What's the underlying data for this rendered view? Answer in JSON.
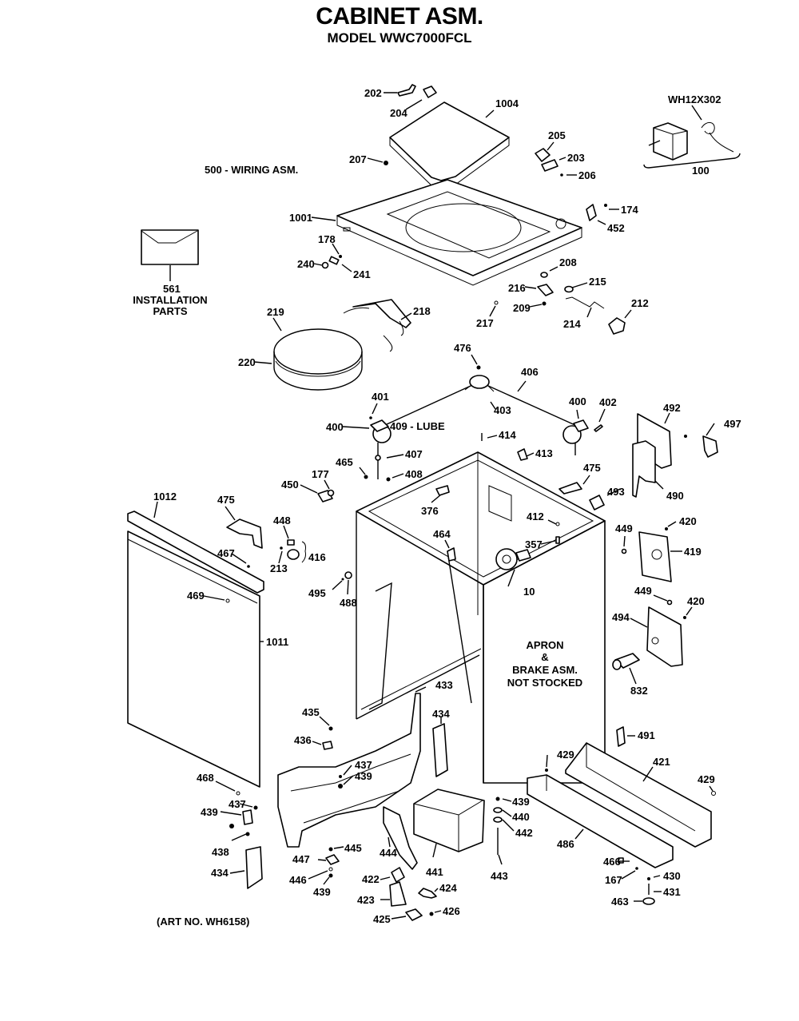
{
  "header": {
    "title": "CABINET ASM.",
    "model": "MODEL WWC7000FCL"
  },
  "notes": {
    "wiring": "500 - WIRING ASM.",
    "installation_number": "561",
    "installation_line1": "INSTALLATION",
    "installation_line2": "PARTS",
    "lube": "409 - LUBE",
    "apron_line1": "APRON",
    "apron_line2": "&",
    "apron_line3": "BRAKE ASM.",
    "apron_line4": "NOT STOCKED",
    "art_no": "(ART NO. WH6158)",
    "timer_kit": "WH12X302",
    "timer_group": "100"
  },
  "callouts": [
    {
      "id": "c202",
      "text": "202"
    },
    {
      "id": "c204",
      "text": "204"
    },
    {
      "id": "c1004",
      "text": "1004"
    },
    {
      "id": "c205",
      "text": "205"
    },
    {
      "id": "c203",
      "text": "203"
    },
    {
      "id": "c206",
      "text": "206"
    },
    {
      "id": "c207",
      "text": "207"
    },
    {
      "id": "c1001",
      "text": "1001"
    },
    {
      "id": "c174",
      "text": "174"
    },
    {
      "id": "c452",
      "text": "452"
    },
    {
      "id": "c178",
      "text": "178"
    },
    {
      "id": "c240",
      "text": "240"
    },
    {
      "id": "c241",
      "text": "241"
    },
    {
      "id": "c208",
      "text": "208"
    },
    {
      "id": "c216",
      "text": "216"
    },
    {
      "id": "c215",
      "text": "215"
    },
    {
      "id": "c209",
      "text": "209"
    },
    {
      "id": "c217",
      "text": "217"
    },
    {
      "id": "c214",
      "text": "214"
    },
    {
      "id": "c212",
      "text": "212"
    },
    {
      "id": "c219",
      "text": "219"
    },
    {
      "id": "c218",
      "text": "218"
    },
    {
      "id": "c220",
      "text": "220"
    },
    {
      "id": "c476",
      "text": "476"
    },
    {
      "id": "c406",
      "text": "406"
    },
    {
      "id": "c401",
      "text": "401"
    },
    {
      "id": "c400a",
      "text": "400"
    },
    {
      "id": "c403",
      "text": "403"
    },
    {
      "id": "c400b",
      "text": "400"
    },
    {
      "id": "c402",
      "text": "402"
    },
    {
      "id": "c414",
      "text": "414"
    },
    {
      "id": "c407",
      "text": "407"
    },
    {
      "id": "c413",
      "text": "413"
    },
    {
      "id": "c465",
      "text": "465"
    },
    {
      "id": "c408",
      "text": "408"
    },
    {
      "id": "c177",
      "text": "177"
    },
    {
      "id": "c450",
      "text": "450"
    },
    {
      "id": "c492",
      "text": "492"
    },
    {
      "id": "c497",
      "text": "497"
    },
    {
      "id": "c490",
      "text": "490"
    },
    {
      "id": "c475a",
      "text": "475"
    },
    {
      "id": "c493",
      "text": "493"
    },
    {
      "id": "c376",
      "text": "376"
    },
    {
      "id": "c1012",
      "text": "1012"
    },
    {
      "id": "c475b",
      "text": "475"
    },
    {
      "id": "c448",
      "text": "448"
    },
    {
      "id": "c416",
      "text": "416"
    },
    {
      "id": "c467",
      "text": "467"
    },
    {
      "id": "c213",
      "text": "213"
    },
    {
      "id": "c412",
      "text": "412"
    },
    {
      "id": "c449a",
      "text": "449"
    },
    {
      "id": "c420a",
      "text": "420"
    },
    {
      "id": "c464",
      "text": "464"
    },
    {
      "id": "c357",
      "text": "357"
    },
    {
      "id": "c419",
      "text": "419"
    },
    {
      "id": "c469",
      "text": "469"
    },
    {
      "id": "c495",
      "text": "495"
    },
    {
      "id": "c488",
      "text": "488"
    },
    {
      "id": "c10",
      "text": "10"
    },
    {
      "id": "c449b",
      "text": "449"
    },
    {
      "id": "c420b",
      "text": "420"
    },
    {
      "id": "c494",
      "text": "494"
    },
    {
      "id": "c1011",
      "text": "1011"
    },
    {
      "id": "c832",
      "text": "832"
    },
    {
      "id": "c433",
      "text": "433"
    },
    {
      "id": "c435",
      "text": "435"
    },
    {
      "id": "c434a",
      "text": "434"
    },
    {
      "id": "c436",
      "text": "436"
    },
    {
      "id": "c491",
      "text": "491"
    },
    {
      "id": "c437a",
      "text": "437"
    },
    {
      "id": "c439a",
      "text": "439"
    },
    {
      "id": "c429a",
      "text": "429"
    },
    {
      "id": "c421",
      "text": "421"
    },
    {
      "id": "c429b",
      "text": "429"
    },
    {
      "id": "c468",
      "text": "468"
    },
    {
      "id": "c437b",
      "text": "437"
    },
    {
      "id": "c439b",
      "text": "439"
    },
    {
      "id": "c438",
      "text": "438"
    },
    {
      "id": "c440",
      "text": "440"
    },
    {
      "id": "c442",
      "text": "442"
    },
    {
      "id": "c439c",
      "text": "439"
    },
    {
      "id": "c486",
      "text": "486"
    },
    {
      "id": "c445",
      "text": "445"
    },
    {
      "id": "c444",
      "text": "444"
    },
    {
      "id": "c441",
      "text": "441"
    },
    {
      "id": "c443",
      "text": "443"
    },
    {
      "id": "c466",
      "text": "466"
    },
    {
      "id": "c447",
      "text": "447"
    },
    {
      "id": "c434b",
      "text": "434"
    },
    {
      "id": "c446",
      "text": "446"
    },
    {
      "id": "c439d",
      "text": "439"
    },
    {
      "id": "c422",
      "text": "422"
    },
    {
      "id": "c424",
      "text": "424"
    },
    {
      "id": "c167",
      "text": "167"
    },
    {
      "id": "c430",
      "text": "430"
    },
    {
      "id": "c431",
      "text": "431"
    },
    {
      "id": "c423",
      "text": "423"
    },
    {
      "id": "c463",
      "text": "463"
    },
    {
      "id": "c425",
      "text": "425"
    },
    {
      "id": "c426",
      "text": "426"
    }
  ]
}
